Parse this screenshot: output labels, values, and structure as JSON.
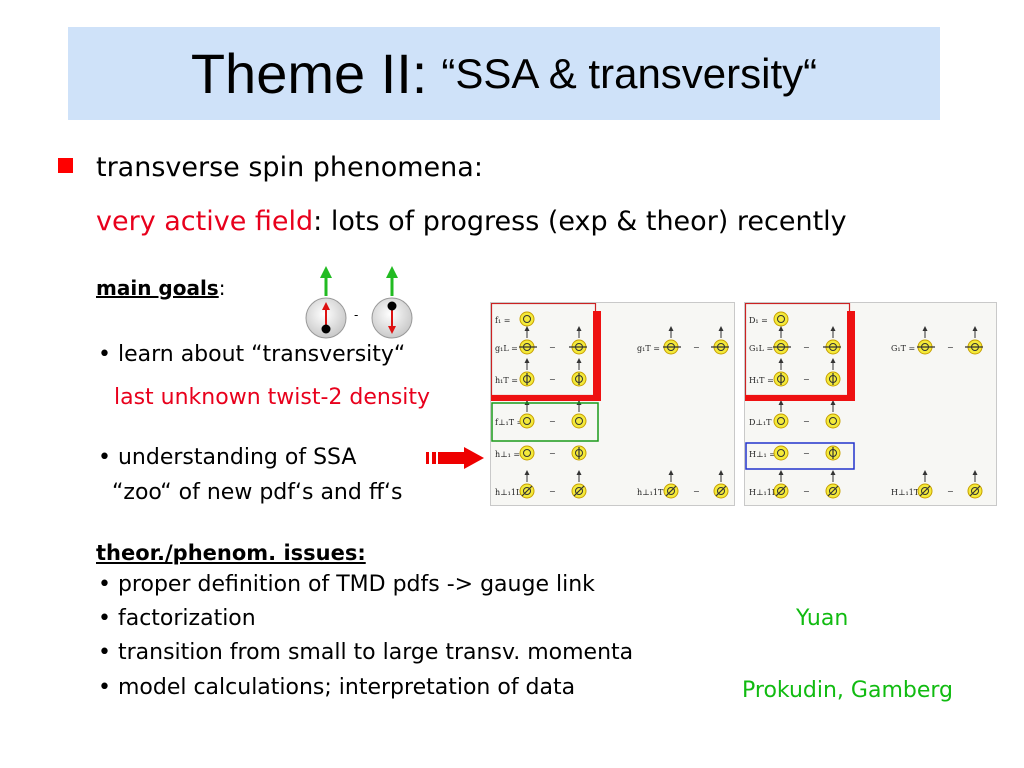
{
  "slide": {
    "title_main": "Theme II:",
    "title_sub": "“SSA & transversity“",
    "bullet_heading": "transverse spin phenomena:",
    "active_field": "very active field",
    "progress_text": ": lots of progress (exp & theor) recently",
    "goals_label": "main goals",
    "goals_colon": ":",
    "spin_minus": "-",
    "goal1": "• learn about “transversity“",
    "goal1_note": "last unknown twist-2 density",
    "goal2": "• understanding of SSA",
    "goal2_note": "“zoo“ of new pdf‘s and ff‘s",
    "issues_label": "theor./phenom. issues:",
    "issues": [
      "• proper definition of TMD pdfs -> gauge link",
      "• factorization",
      "• transition from small to large transv. momenta",
      "• model calculations; interpretation of data"
    ],
    "name_yuan": "Yuan",
    "name_prokudin": "Prokudin, Gamberg"
  },
  "pdf_table": {
    "rows": [
      {
        "left": "f₁ =",
        "mid": ""
      },
      {
        "left": "g₁L =",
        "mid": "g₁T ="
      },
      {
        "left": "h₁T =",
        "mid": ""
      },
      {
        "left": "f⊥₁T =",
        "mid": ""
      },
      {
        "left": "h⊥₁ =",
        "mid": ""
      },
      {
        "left": "h⊥₁1L =",
        "mid": "h⊥₁1T ="
      }
    ]
  },
  "ff_table": {
    "rows": [
      {
        "left": "D₁ =",
        "mid": ""
      },
      {
        "left": "G₁L =",
        "mid": "G₁T ="
      },
      {
        "left": "H₁T =",
        "mid": ""
      },
      {
        "left": "D⊥₁T =",
        "mid": ""
      },
      {
        "left": "H⊥₁ =",
        "mid": ""
      },
      {
        "left": "H⊥₁1L =",
        "mid": "H⊥₁1T ="
      }
    ]
  },
  "colors": {
    "title_bg": "#cfe2f9",
    "red": "#e8001c",
    "green": "#11bb11",
    "blue": "#2233cc",
    "circle_fill": "#f4ea3a"
  }
}
